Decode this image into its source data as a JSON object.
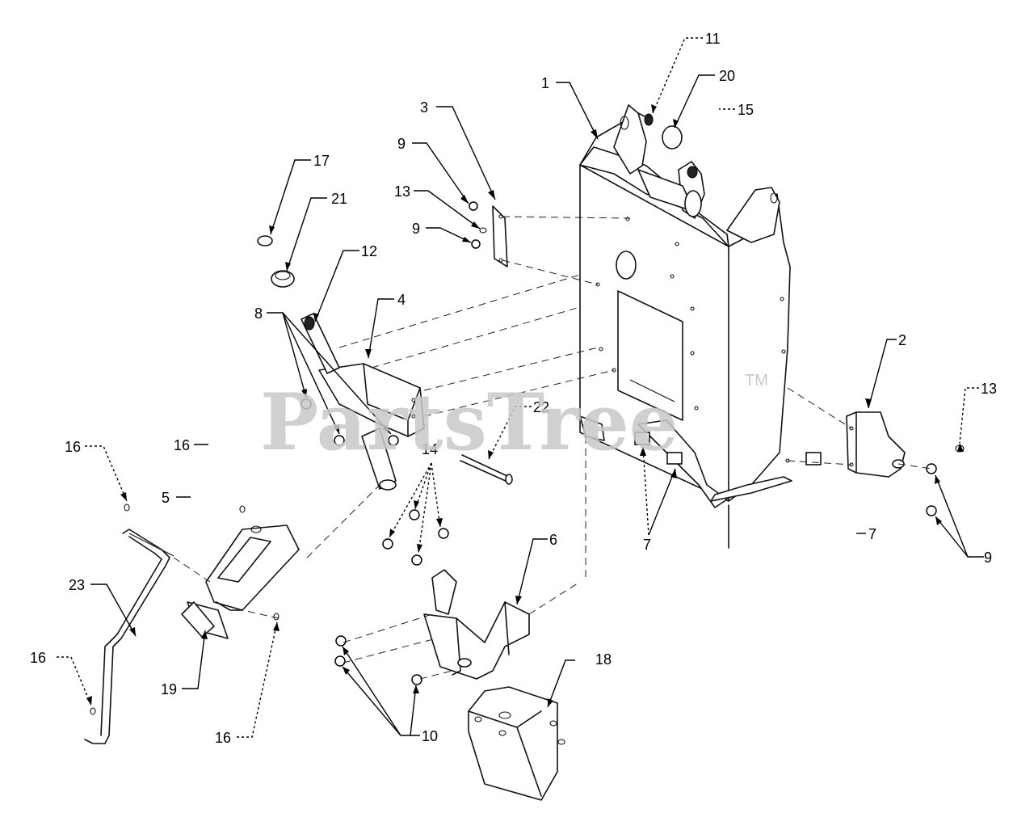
{
  "diagram": {
    "watermark": "PartsTree",
    "trademark": "TM",
    "callouts": {
      "c1": "1",
      "c2": "2",
      "c3": "3",
      "c4": "4",
      "c5": "5",
      "c6": "6",
      "c7a": "7",
      "c7b": "7",
      "c8": "8",
      "c9a": "9",
      "c9b": "9",
      "c9c": "9",
      "c10": "10",
      "c11": "11",
      "c12": "12",
      "c13a": "13",
      "c13b": "13",
      "c14": "14",
      "c15": "15",
      "c16a": "16",
      "c16b": "16",
      "c16c": "16",
      "c16d": "16",
      "c17": "17",
      "c18": "18",
      "c19": "19",
      "c20": "20",
      "c21": "21",
      "c22": "22",
      "c23": "23"
    }
  }
}
